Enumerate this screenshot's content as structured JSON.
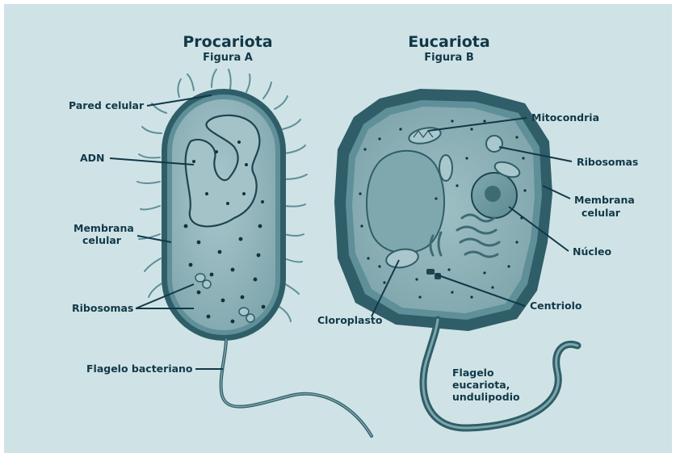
{
  "colors": {
    "background": "#cfe3e6",
    "ink": "#123848",
    "cell_dark": "#2f5e68",
    "cytoplasm": "#8fb4ba",
    "membrane": "#5f8f98",
    "nucleus": "#6f9aa0",
    "spots": "#15313c"
  },
  "figure_a": {
    "title": "Procariota",
    "subtitle": "Figura A",
    "labels": {
      "cell_wall": "Pared celular",
      "dna": "ADN",
      "membrane_line1": "Membrana",
      "membrane_line2": "celular",
      "ribosomes": "Ribosomas",
      "flagellum": "Flagelo bacteriano"
    }
  },
  "figure_b": {
    "title": "Eucariota",
    "subtitle": "Figura B",
    "labels": {
      "mitochondria": "Mitocondria",
      "ribosomes": "Ribosomas",
      "membrane_line1": "Membrana",
      "membrane_line2": "celular",
      "nucleus": "Núcleo",
      "centriole": "Centriolo",
      "chloroplast": "Cloroplasto",
      "flagellum_line1": "Flagelo",
      "flagellum_line2": "eucariota,",
      "flagellum_line3": "undulipodio"
    }
  }
}
